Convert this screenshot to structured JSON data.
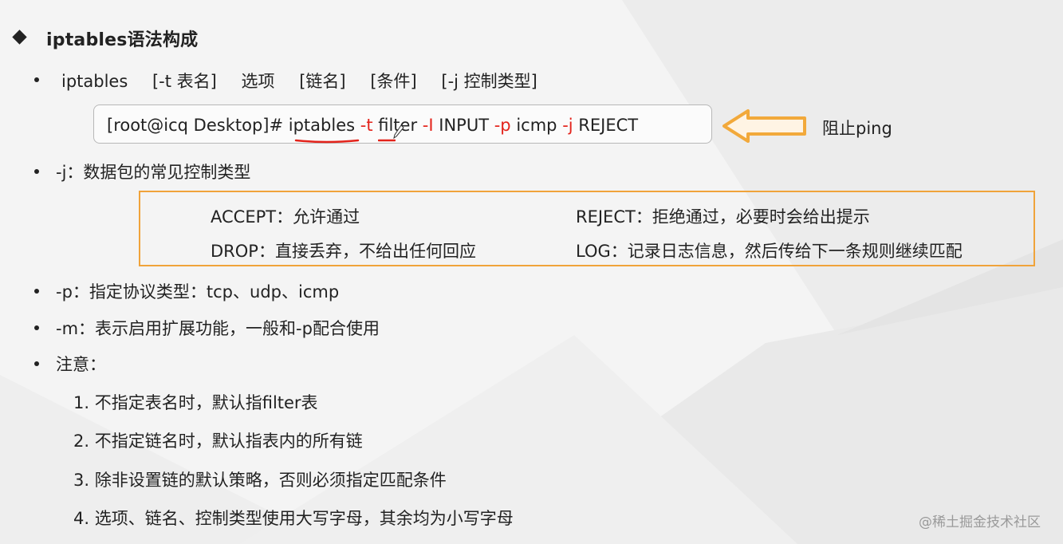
{
  "title": "iptables语法构成",
  "syntax": [
    "iptables",
    "[-t 表名]",
    "选项",
    "[链名]",
    "[条件]",
    "[-j 控制类型]"
  ],
  "command": {
    "prompt": "[root@icq Desktop]#",
    "cmd": "iptables",
    "t_flag": "-t",
    "table": "filter",
    "i_flag": "-I",
    "chain": "INPUT",
    "p_flag": "-p",
    "protocol": "icmp",
    "j_flag": "-j",
    "target": "REJECT"
  },
  "arrow_label": "阻止ping",
  "j_desc": "-j：数据包的常见控制类型",
  "types": {
    "accept": "ACCEPT：允许通过",
    "reject": "REJECT：拒绝通过，必要时会给出提示",
    "drop": "DROP：直接丢弃，不给出任何回应",
    "log": "LOG：记录日志信息，然后传给下一条规则继续匹配"
  },
  "p_desc": "-p：指定协议类型：tcp、udp、icmp",
  "m_desc": "-m：表示启用扩展功能，一般和-p配合使用",
  "note_label": "注意：",
  "notes": [
    "1.  不指定表名时，默认指filter表",
    "2.  不指定链名时，默认指表内的所有链",
    "3.  除非设置链的默认策略，否则必须指定匹配条件",
    "4.  选项、链名、控制类型使用大写字母，其余均为小写字母"
  ],
  "watermark": "@稀土掘金技术社区",
  "colors": {
    "accent_red": "#e3231b",
    "box_orange": "#f0a33a",
    "arrow_orange": "#f2a93b"
  }
}
